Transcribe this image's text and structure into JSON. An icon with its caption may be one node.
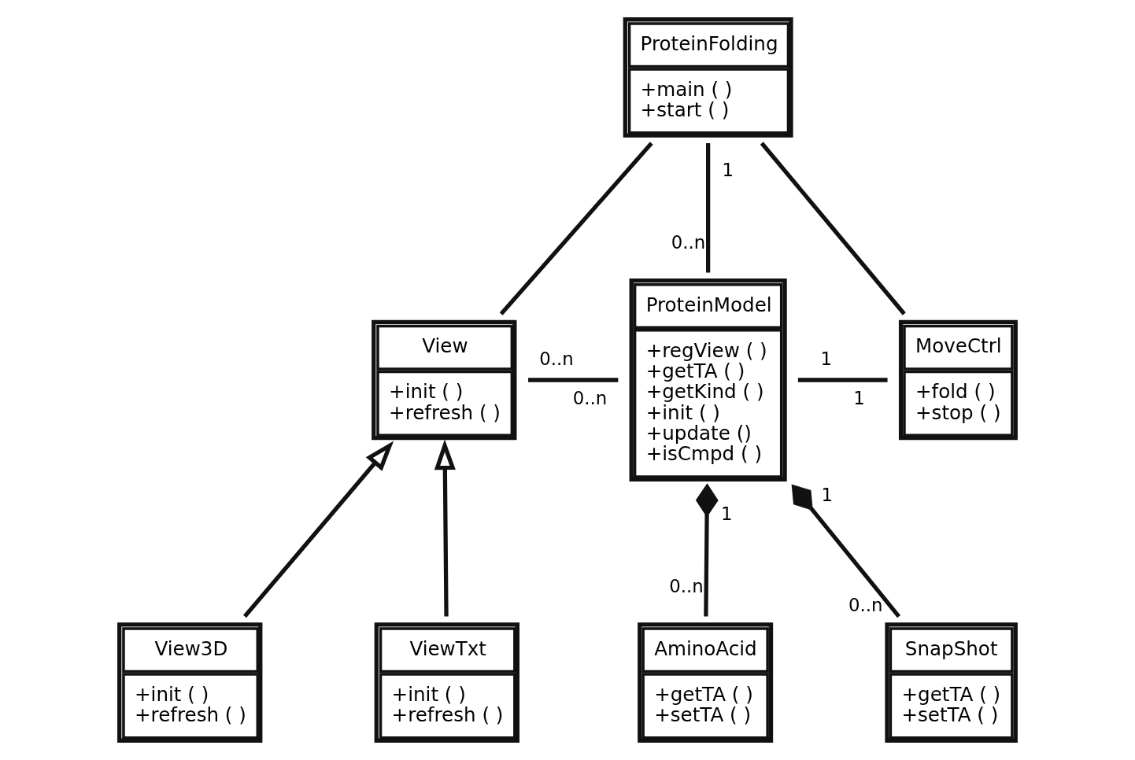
{
  "diagram": {
    "nodes": [
      {
        "text": [
          "ProteinFolding",
          "+main ( ) +start ( )"
        ]
      },
      {
        "text": [
          "View",
          "+init ( ) +refresh ( )"
        ]
      },
      {
        "text": [
          "ProteinModel",
          "+regView ( ) +getTA ( ) +getKind ( ) +init ( ) +update () +isCmpd ( )"
        ]
      },
      {
        "text": [
          "MoveCtrl",
          "+fold ( ) +stop ( )"
        ]
      },
      {
        "text": [
          "View3D",
          "+init ( ) +refresh ( )"
        ]
      },
      {
        "text": [
          "ViewTxt",
          "+init ( ) +refresh ( )"
        ]
      },
      {
        "text": [
          "AminoAcid",
          "+getTA ( ) +setTA ( )"
        ]
      },
      {
        "text": [
          "SnapShot",
          "+getTA ( ) +setTA ( )"
        ]
      }
    ],
    "edges": [
      {
        "from": 0,
        "to": 1,
        "arrow": "none"
      },
      {
        "from": 0,
        "to": 2,
        "arrow": "none"
      },
      {
        "from": 0,
        "to": 3,
        "arrow": "none"
      },
      {
        "from": 1,
        "to": 2,
        "arrow": "none"
      },
      {
        "from": 2,
        "to": 3,
        "arrow": "none"
      },
      {
        "from": 4,
        "to": 1,
        "arrow": "to"
      },
      {
        "from": 5,
        "to": 1,
        "arrow": "to"
      },
      {
        "from": 6,
        "to": 2,
        "arrow": "other"
      },
      {
        "from": 7,
        "to": 2,
        "arrow": "other"
      }
    ],
    "labels": [
      "1",
      "0..n",
      "0..n",
      "0..n",
      "1",
      "1",
      "1",
      "1",
      "0..n",
      "0..n"
    ]
  }
}
